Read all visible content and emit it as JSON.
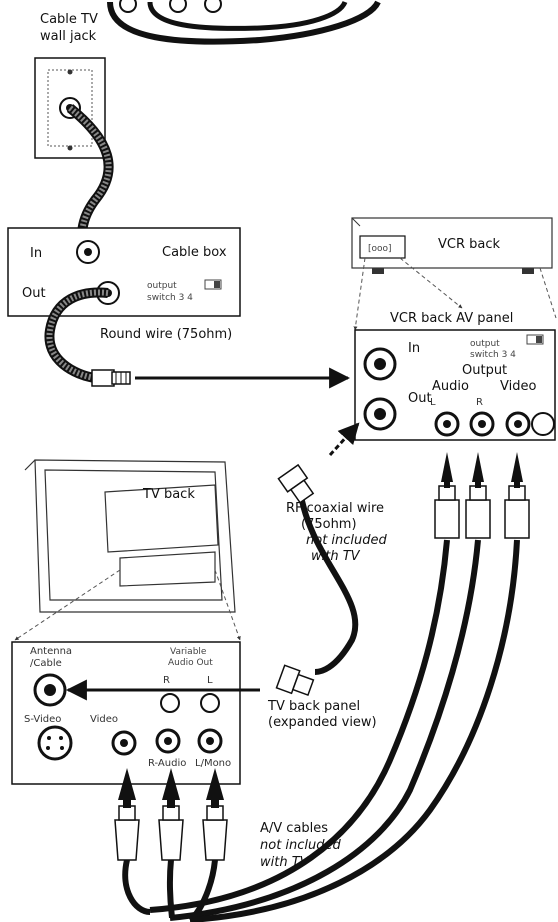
{
  "labels": {
    "cable_tv_wall_jack_line1": "Cable TV",
    "cable_tv_wall_jack_line2": "wall jack",
    "cable_box_in": "In",
    "cable_box_title": "Cable box",
    "cable_box_out": "Out",
    "cable_box_switch_line1": "output",
    "cable_box_switch_line2": "switch 3 4",
    "round_wire": "Round wire (75ohm)",
    "vcr_back": "VCR back",
    "vcr_back_av_panel": "VCR back AV panel",
    "vcr_in": "In",
    "vcr_out": "Out",
    "vcr_switch_line1": "output",
    "vcr_switch_line2": "switch 3 4",
    "vcr_output": "Output",
    "vcr_audio": "Audio",
    "vcr_video": "Video",
    "vcr_l": "L",
    "vcr_r": "R",
    "tv_back": "TV back",
    "rf_wire_line1": "RF coaxial wire",
    "rf_wire_line2": "(75ohm)",
    "rf_wire_line3": "not included",
    "rf_wire_line4": "with TV",
    "tv_antenna_line1": "Antenna",
    "tv_antenna_line2": "/Cable",
    "tv_variable_line1": "Variable",
    "tv_variable_line2": "Audio Out",
    "tv_var_r": "R",
    "tv_var_l": "L",
    "tv_svideo": "S-Video",
    "tv_video": "Video",
    "tv_raudio": "R-Audio",
    "tv_lmono": "L/Mono",
    "tv_back_panel_line1": "TV back panel",
    "tv_back_panel_line2": "(expanded view)",
    "av_cables_line1": "A/V cables",
    "av_cables_line2": "not included",
    "av_cables_line3": "with TV"
  },
  "colors": {
    "ink": "#111111",
    "cable": "#0c0c0c",
    "braid": "#6a6a6a",
    "panel_fill": "#ffffff",
    "dashed": "#555555"
  }
}
